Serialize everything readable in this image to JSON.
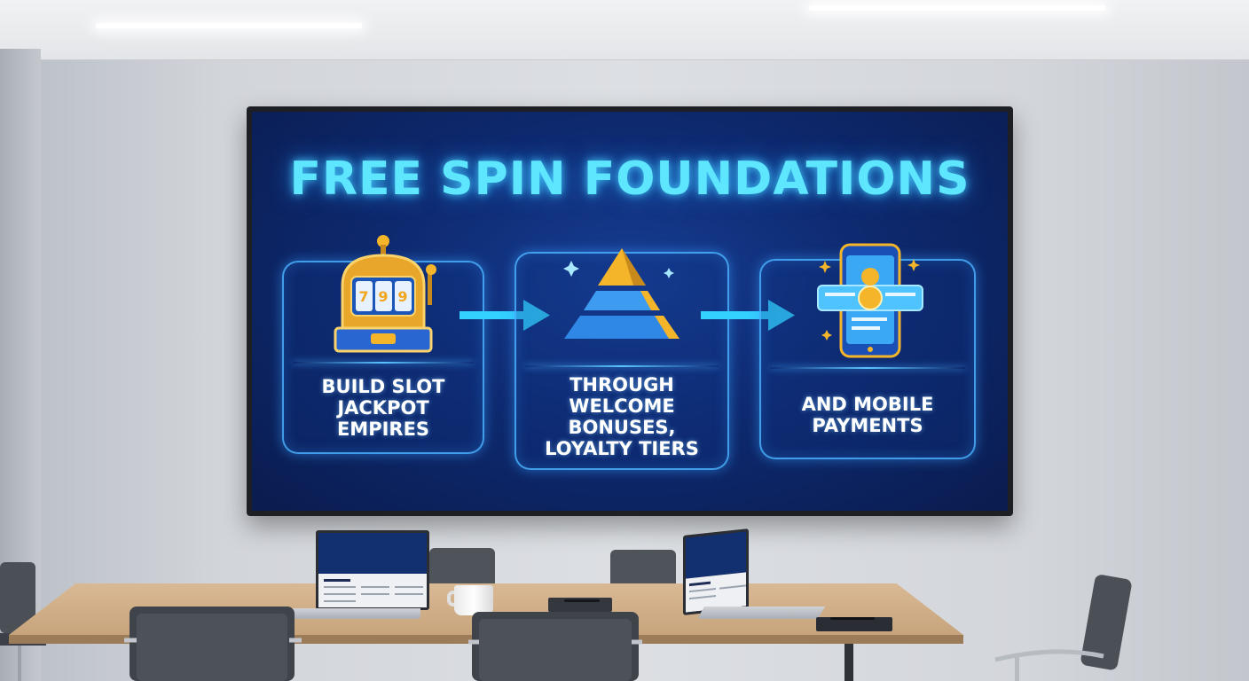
{
  "slide": {
    "title": "FREE SPIN FOUNDATIONS",
    "steps": [
      {
        "label": "BUILD SLOT\nJACKPOT\nEMPIRES",
        "icon": "slot-machine-icon"
      },
      {
        "label": "THROUGH\nWELCOME\nBONUSES,\nLOYALTY TIERS",
        "icon": "pyramid-icon"
      },
      {
        "label": "AND MOBILE\nPAYMENTS",
        "icon": "mobile-payment-icon"
      }
    ],
    "connector_icon": "arrow-right-icon"
  },
  "colors": {
    "screen_background": "#0e2a70",
    "title_glow": "#5fe6ff",
    "card_border": "#4ab2ff",
    "label_text": "#ffffff",
    "gold_accent": "#f5b52a",
    "arrow": "#33d1ff",
    "table_wood": "#d9b994"
  }
}
